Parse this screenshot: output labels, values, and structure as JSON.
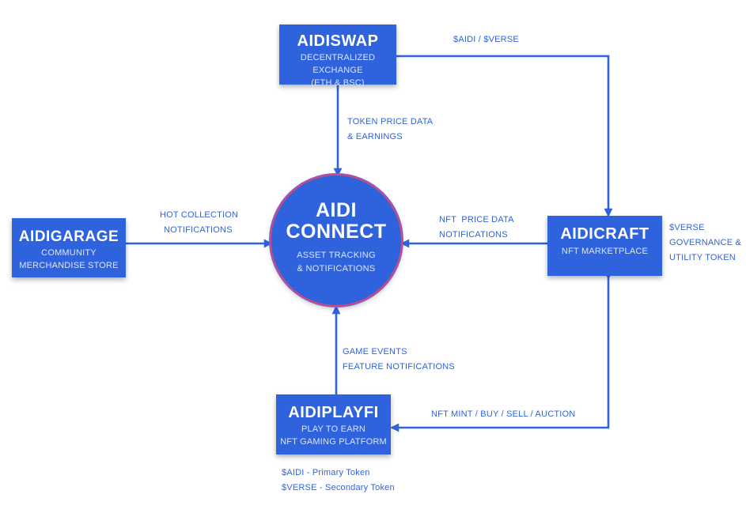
{
  "nodes": {
    "aidiswap": {
      "title": "AIDISWAP",
      "lines": [
        "DECENTRALIZED EXCHANGE",
        "(ETH & BSC)"
      ]
    },
    "aidigarage": {
      "title": "AIDIGARAGE",
      "lines": [
        "COMMUNITY",
        "MERCHANDISE STORE"
      ]
    },
    "aidicraft": {
      "title": "AIDICRAFT",
      "lines": [
        "NFT MARKETPLACE"
      ]
    },
    "aidiplayfi": {
      "title": "AIDIPLAYFI",
      "lines": [
        "PLAY TO EARN",
        "NFT GAMING PLATFORM"
      ]
    },
    "connect": {
      "title_lines": [
        "AIDI",
        "CONNECT"
      ],
      "lines": [
        "ASSET TRACKING",
        "& NOTIFICATIONS"
      ]
    }
  },
  "edges": {
    "swap_to_craft": {
      "lines": [
        "$AIDI / $VERSE"
      ]
    },
    "swap_to_connect": {
      "lines": [
        "TOKEN PRICE DATA",
        "& EARNINGS"
      ]
    },
    "garage_to_connect": {
      "lines": [
        "HOT COLLECTION",
        "NOTIFICATIONS"
      ]
    },
    "craft_to_connect": {
      "lines": [
        "NFT  PRICE DATA",
        "NOTIFICATIONS"
      ]
    },
    "playfi_to_connect": {
      "lines": [
        "GAME EVENTS",
        "FEATURE NOTIFICATIONS"
      ]
    },
    "craft_playfi": {
      "lines": [
        "NFT MINT / BUY / SELL / AUCTION"
      ]
    }
  },
  "notes": {
    "craft_tokens": {
      "lines": [
        "$VERSE",
        "GOVERNANCE &",
        "UTILITY TOKEN"
      ]
    },
    "playfi_tokens": {
      "lines": [
        "$AIDI - Primary Token",
        "$VERSE - Secondary Token"
      ]
    }
  },
  "colors": {
    "node_fill": "#2f63dd",
    "arrow": "#2f63dd",
    "label_text": "#2f63dd",
    "circle_ring": "#cc4a7a"
  }
}
